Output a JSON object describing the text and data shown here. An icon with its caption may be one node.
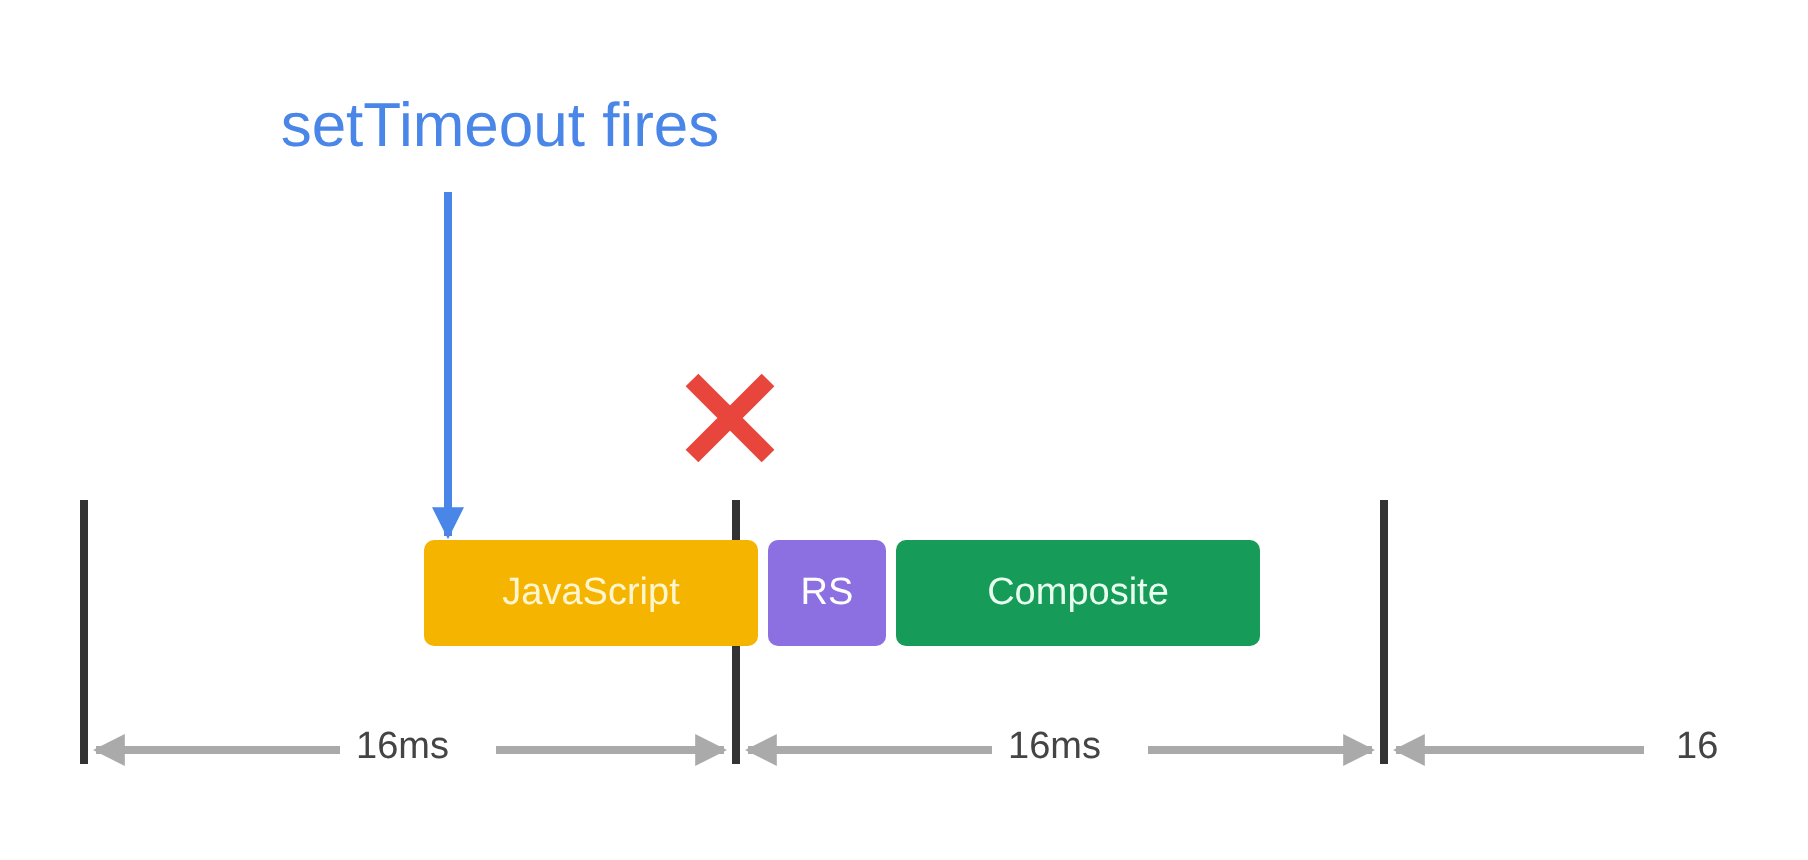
{
  "diagram": {
    "nodes": [
      {
        "text": [
          "setTimeout fires"
        ]
      },
      {
        "text": [
          "JavaScript"
        ]
      },
      {
        "text": [
          "RS"
        ]
      },
      {
        "text": [
          "Composite"
        ]
      }
    ],
    "edges": [
      {
        "from": 0,
        "to": 1,
        "arrow": "to"
      }
    ],
    "labels": [
      "16ms",
      "16ms",
      "16"
    ]
  }
}
